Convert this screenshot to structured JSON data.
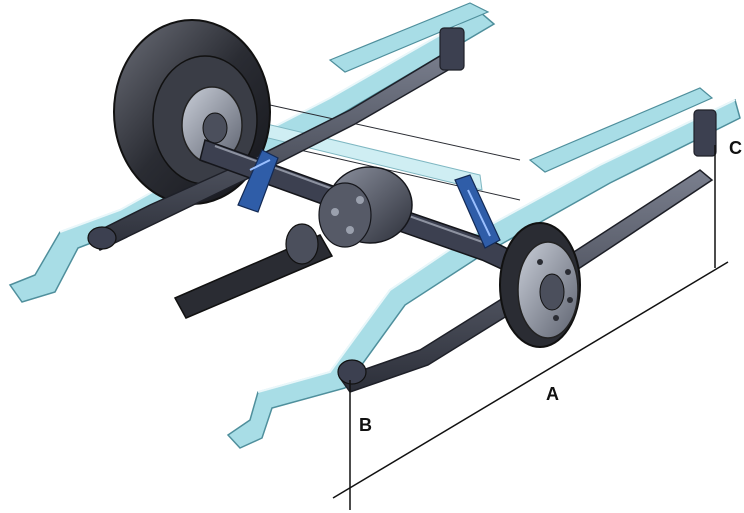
{
  "labels": {
    "a": "A",
    "b": "B",
    "c": "C"
  },
  "colors": {
    "frame_fill": "#a8dde6",
    "frame_stroke": "#4f8f9c",
    "spring_fill": "#4b4f5c",
    "spring_stroke": "#1e2028",
    "axle_fill": "#3c4050",
    "tire": "#2a2c33",
    "shock": "#2f5da8",
    "dimension_line": "#111111"
  }
}
